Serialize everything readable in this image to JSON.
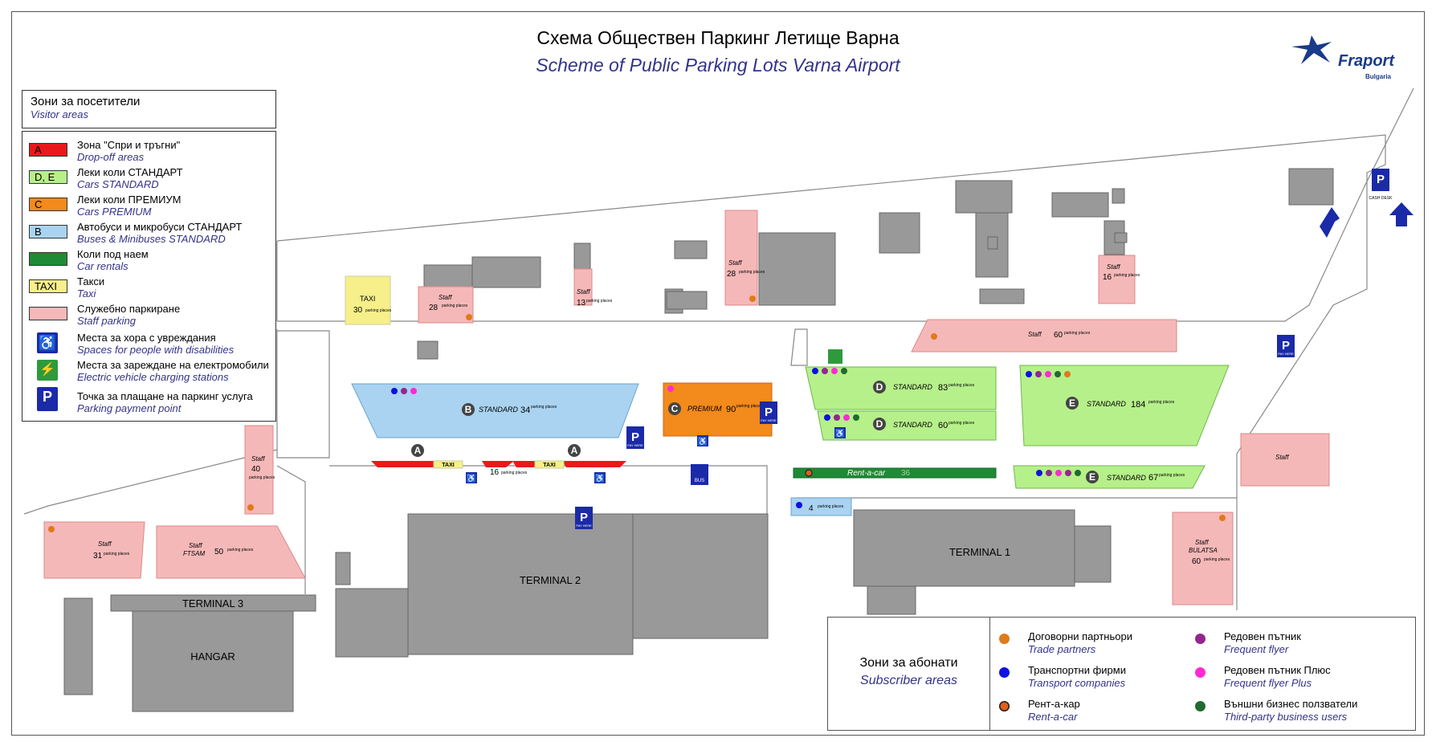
{
  "title": {
    "ru": "Схема Обществен Паркинг Летище Варна",
    "en": "Scheme of Public Parking Lots Varna Airport"
  },
  "logo": {
    "brand": "Fraport",
    "sub": "Bulgaria"
  },
  "visitor_areas": {
    "ru": "Зони за посетители",
    "en": "Visitor areas"
  },
  "legend": [
    {
      "swatch": "A",
      "color": "#e8191b",
      "ru": "Зона \"Спри и тръгни\"",
      "en": "Drop-off areas"
    },
    {
      "swatch": "D, E",
      "color": "#b6f08a",
      "ru": "Леки коли СТАНДАРТ",
      "en": "Cars STANDARD"
    },
    {
      "swatch": "C",
      "color": "#f28a1c",
      "ru": "Леки коли ПРЕМИУМ",
      "en": "Cars PREMIUM"
    },
    {
      "swatch": "B",
      "color": "#a9d3f0",
      "ru": "Автобуси и микробуси СТАНДАРТ",
      "en": "Buses & Minibuses STANDARD"
    },
    {
      "swatch": "",
      "color": "#1f8a35",
      "ru": "Коли под наем",
      "en": "Car rentals"
    },
    {
      "swatch": "TAXI",
      "color": "#f6ef8a",
      "ru": "Такси",
      "en": "Taxi"
    },
    {
      "swatch": "",
      "color": "#f5b8b8",
      "ru": "Служебно паркиране",
      "en": "Staff parking"
    }
  ],
  "legend_icons": [
    {
      "icon": "wheelchair-icon",
      "ru": "Места за хора с увреждания",
      "en": "Spaces for people with disabilities"
    },
    {
      "icon": "ev-charging-icon",
      "ru": "Места за зареждане на електромобили",
      "en": "Electric vehicle charging stations"
    },
    {
      "icon": "parking-payment-icon",
      "ru": "Точка за плащане на паркинг услуга",
      "en": "Parking payment point"
    }
  ],
  "pay_here": {
    "letter": "P",
    "text": "PAY HERE"
  },
  "subscriber": {
    "title_ru": "Зони за абонати",
    "title_en": "Subscriber areas",
    "items": [
      {
        "color": "#e07a1a",
        "ru": "Договорни партньори",
        "en": "Trade partners"
      },
      {
        "color": "#1010e0",
        "ru": "Транспортни фирми",
        "en": "Transport companies"
      },
      {
        "color": "#e06020",
        "ru": "Рент-а-кар",
        "en": "Rent-a-car"
      },
      {
        "color": "#93278f",
        "ru": "Редовен пътник",
        "en": "Frequent flyer"
      },
      {
        "color": "#ff2ad4",
        "ru": "Редовен пътник Плюс",
        "en": "Frequent flyer Plus"
      },
      {
        "color": "#1f6b30",
        "ru": "Външни бизнес ползватели",
        "en": "Third-party business users"
      }
    ]
  },
  "zones": {
    "b": {
      "letter": "B",
      "type": "STANDARD",
      "count": "34",
      "unit": "parking places"
    },
    "c": {
      "letter": "C",
      "type": "PREMIUM",
      "count": "90",
      "unit": "parking places"
    },
    "d1": {
      "letter": "D",
      "type": "STANDARD",
      "count": "83",
      "unit": "parking places"
    },
    "d2": {
      "letter": "D",
      "type": "STANDARD",
      "count": "60",
      "unit": "parking places"
    },
    "e1": {
      "letter": "E",
      "type": "STANDARD",
      "count": "184",
      "unit": "parking places"
    },
    "e2": {
      "letter": "E",
      "type": "STANDARD",
      "count": "67",
      "unit": "parking places"
    },
    "a": {
      "letter": "A"
    },
    "dropoff_count": "16",
    "dropoff_unit": "parking places",
    "taxi_label": "TAXI",
    "taxi_lot": {
      "label": "TAXI",
      "count": "30",
      "unit": "parking places"
    },
    "rentacar": {
      "label": "Rent-a-car",
      "count": "36"
    },
    "bus_stop": "BUS",
    "bus_lot": {
      "count": "4",
      "unit": "parking places"
    }
  },
  "staff": {
    "label": "Staff",
    "lots": [
      {
        "count": "28",
        "unit": "parking places"
      },
      {
        "count": "13",
        "unit": "parking places"
      },
      {
        "count": "28",
        "unit": "parking places"
      },
      {
        "count": "16",
        "unit": "parking places"
      },
      {
        "count": "60",
        "unit": "parking places"
      },
      {
        "count": "40",
        "unit": "parking places"
      },
      {
        "count": "31",
        "unit": "parking places"
      },
      {
        "sub": "FTSAM",
        "count": "50",
        "unit": "parking places"
      },
      {
        "sub": "BULATSA",
        "count": "60",
        "unit": "parking places"
      },
      {
        "count": ""
      }
    ]
  },
  "buildings": {
    "t1": "TERMINAL 1",
    "t2": "TERMINAL 2",
    "t3": "TERMINAL 3",
    "hangar": "HANGAR"
  },
  "cash_desk": "CASH DESK"
}
